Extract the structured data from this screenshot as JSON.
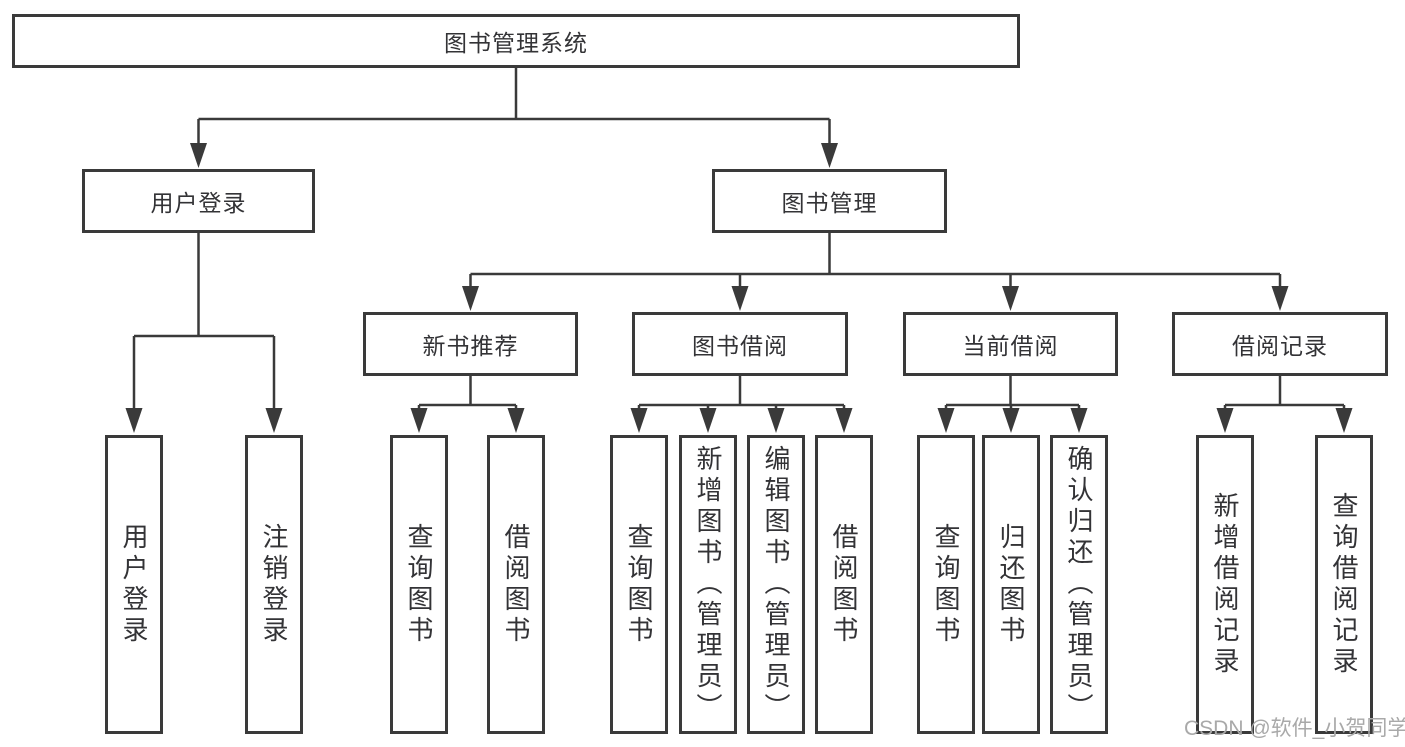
{
  "diagram": {
    "type": "hierarchy-tree",
    "nodes": {
      "root": {
        "label": "图书管理系统"
      },
      "user_login": {
        "label": "用户登录"
      },
      "book_management": {
        "label": "图书管理"
      },
      "level3": [
        {
          "label": "新书推荐"
        },
        {
          "label": "图书借阅"
        },
        {
          "label": "当前借阅"
        },
        {
          "label": "借阅记录"
        }
      ],
      "user_login_children": [
        {
          "label": "用户登录"
        },
        {
          "label": "注销登录"
        }
      ],
      "new_book_children": [
        {
          "label": "查询图书"
        },
        {
          "label": "借阅图书"
        }
      ],
      "book_borrow_children": [
        {
          "label": "查询图书"
        },
        {
          "label": "新增图书（管理员）"
        },
        {
          "label": "编辑图书（管理员）"
        },
        {
          "label": "借阅图书"
        }
      ],
      "current_borrow_children": [
        {
          "label": "查询图书"
        },
        {
          "label": "归还图书"
        },
        {
          "label": "确认归还（管理员）"
        }
      ],
      "borrow_record_children": [
        {
          "label": "新增借阅记录"
        },
        {
          "label": "查询借阅记录"
        }
      ]
    },
    "colors": {
      "line": "#3a3a3a",
      "text": "#333336",
      "background": "#ffffff",
      "watermark": "#a9a9a9"
    }
  },
  "watermark": {
    "text": "CSDN @软件_小贺同学"
  }
}
